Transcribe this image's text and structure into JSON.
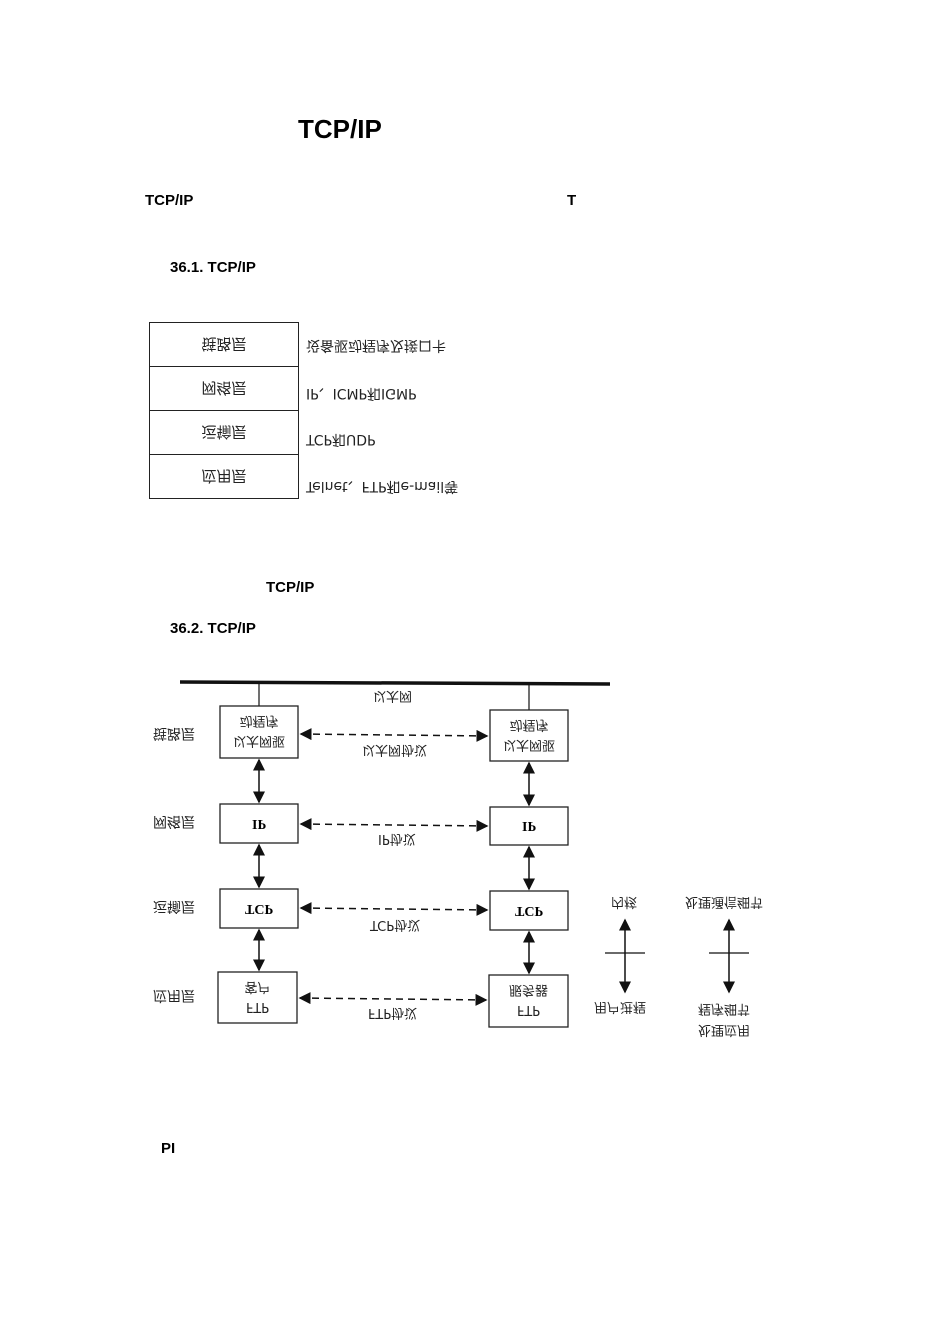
{
  "document": {
    "title": "TCP/IP",
    "intro_line": {
      "left": "TCP/IP",
      "right": "T"
    },
    "figure1": {
      "caption": "36.1. TCP/IP",
      "layers": [
        {
          "name": "链路层",
          "description": "设备驱动程序及接口卡"
        },
        {
          "name": "网络层",
          "description": "IP、ICMP和IGMP"
        },
        {
          "name": "运输层",
          "description": "TCP和UDP"
        },
        {
          "name": "应用层",
          "description": "Telnet、FTP和e-mail等"
        }
      ]
    },
    "mid_text": "TCP/IP",
    "figure2": {
      "caption": "36.2. TCP/IP",
      "network_label": "以太网",
      "layer_labels": [
        "链路层",
        "网络层",
        "运输层",
        "应用层"
      ],
      "left_boxes": [
        {
          "line1": "以太网驱",
          "line2": "动程序"
        },
        {
          "line1": "IP"
        },
        {
          "line1": "TCP"
        },
        {
          "line1": "FTP",
          "line2": "客户"
        }
      ],
      "right_boxes": [
        {
          "line1": "以太网驱",
          "line2": "动程序"
        },
        {
          "line1": "IP"
        },
        {
          "line1": "TCP"
        },
        {
          "line1": "FTP",
          "line2": "服务器"
        }
      ],
      "protocols": [
        "以太网协议",
        "IP协议",
        "TCP协议",
        "FTP协议"
      ],
      "legend": {
        "kernel": "内核",
        "user_process": "用户进程",
        "comm_details": "处理通信细节",
        "app_details_1": "处理应用",
        "app_details_2": "程序细节"
      }
    },
    "footer_text": "PI"
  }
}
